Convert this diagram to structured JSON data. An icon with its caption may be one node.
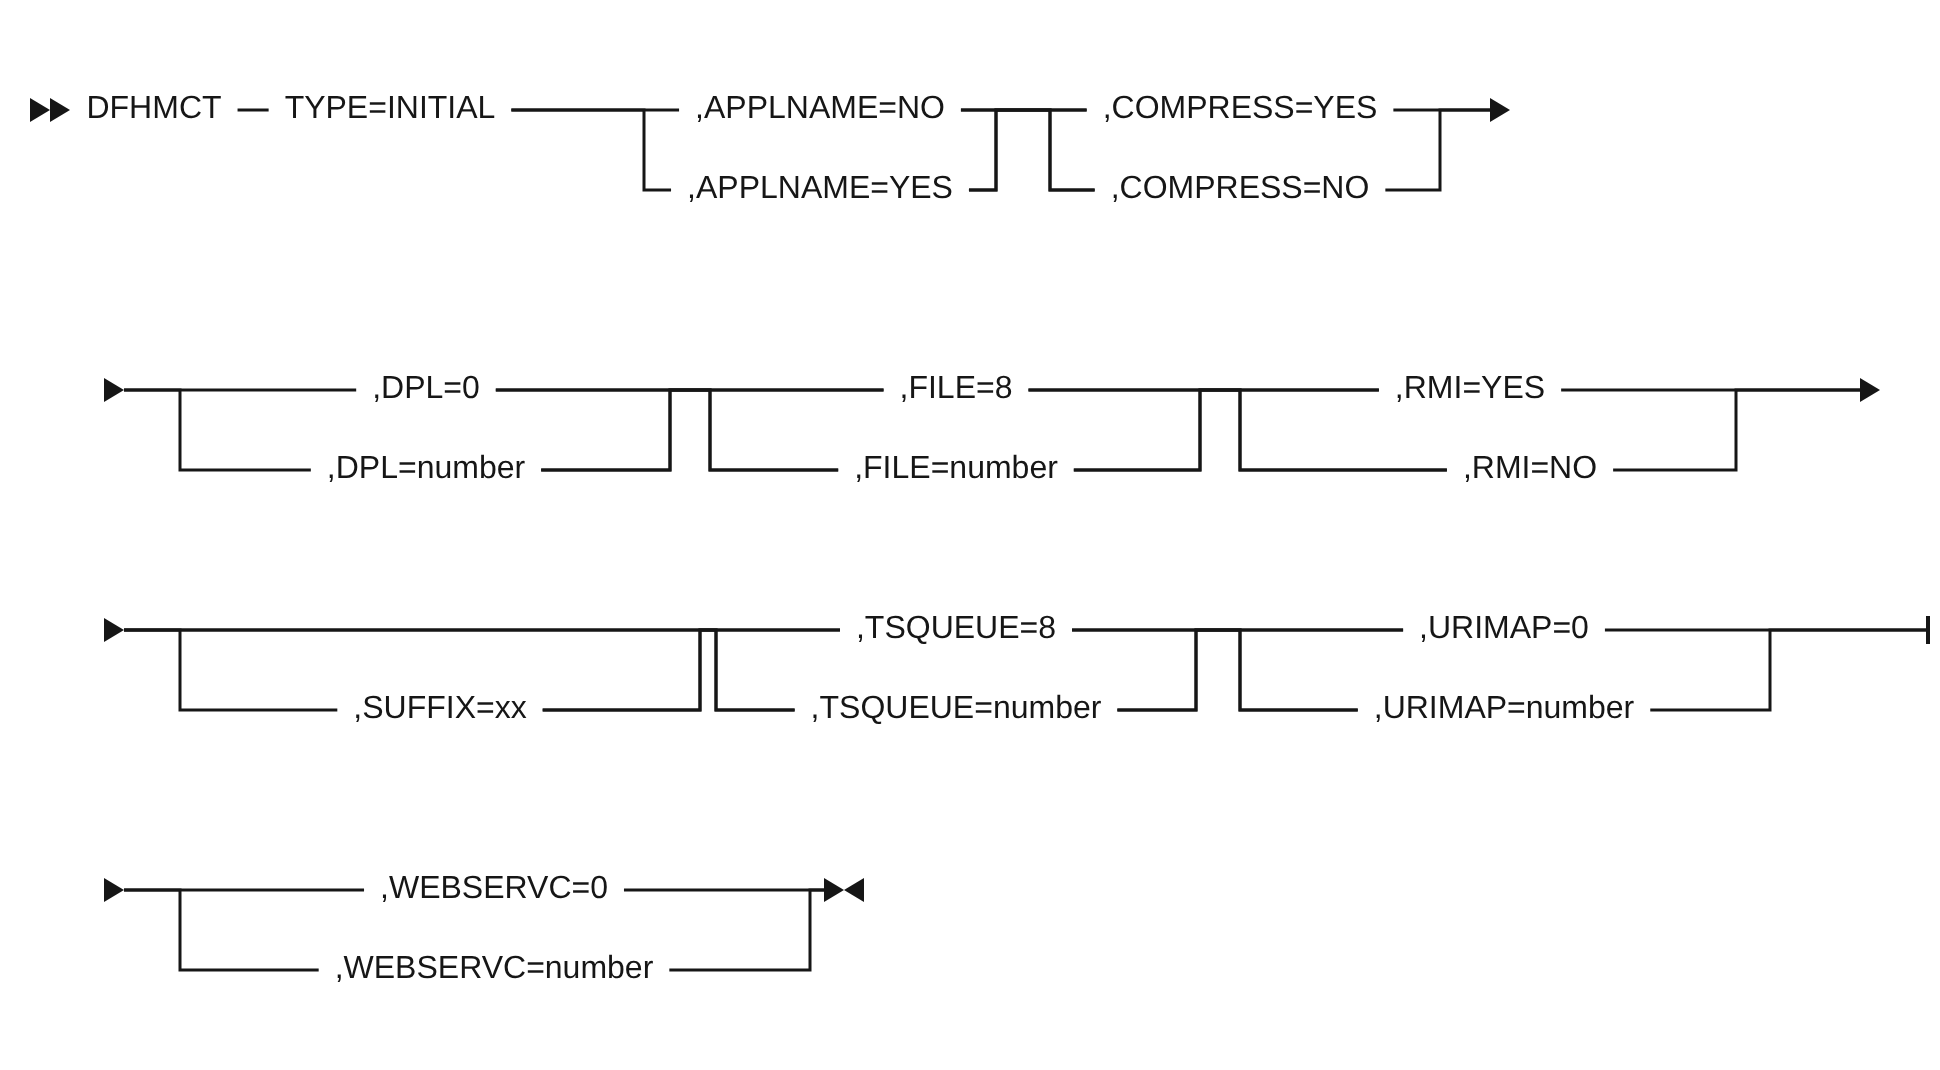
{
  "diagram": {
    "nodes": [
      {
        "text": [
          "DFHMCT"
        ]
      },
      {
        "text": [
          "TYPE=INITIAL"
        ]
      },
      {
        "text": [
          ",APPLNAME=NO"
        ]
      },
      {
        "text": [
          ",APPLNAME=YES"
        ]
      },
      {
        "text": [
          ",COMPRESS=YES"
        ]
      },
      {
        "text": [
          ",COMPRESS=NO"
        ]
      },
      {
        "text": [
          ",DPL=0"
        ]
      },
      {
        "text": [
          ",DPL=number"
        ]
      },
      {
        "text": [
          ",FILE=8"
        ]
      },
      {
        "text": [
          ",FILE=number"
        ]
      },
      {
        "text": [
          ",RMI=YES"
        ]
      },
      {
        "text": [
          ",RMI=NO"
        ]
      },
      {
        "text": [
          ",SUFFIX=xx"
        ]
      },
      {
        "text": [
          ",TSQUEUE=8"
        ]
      },
      {
        "text": [
          ",TSQUEUE=number"
        ]
      },
      {
        "text": [
          ",URIMAP=0"
        ]
      },
      {
        "text": [
          ",URIMAP=number"
        ]
      },
      {
        "text": [
          ",WEBSERVC=0"
        ]
      },
      {
        "text": [
          ",WEBSERVC=number"
        ]
      },
      {
        "text": [],
        "shape": "arrow"
      },
      {
        "text": [],
        "shape": "arrow"
      },
      {
        "text": [],
        "shape": "arrow"
      },
      {
        "text": [],
        "shape": "arrow"
      },
      {
        "text": [],
        "shape": "bar"
      },
      {
        "text": [],
        "shape": "arrow"
      },
      {
        "text": [],
        "shape": "bowtie"
      }
    ],
    "edges": [
      {
        "from": 0,
        "to": 1,
        "arrow": "none"
      },
      {
        "from": 1,
        "to": 2,
        "arrow": "none"
      },
      {
        "from": 1,
        "to": 3,
        "arrow": "none"
      },
      {
        "from": 2,
        "to": 4,
        "arrow": "none"
      },
      {
        "from": 2,
        "to": 5,
        "arrow": "none"
      },
      {
        "from": 3,
        "to": 4,
        "arrow": "none"
      },
      {
        "from": 3,
        "to": 5,
        "arrow": "none"
      },
      {
        "from": 4,
        "to": 19,
        "arrow": "none"
      },
      {
        "from": 5,
        "to": 19,
        "arrow": "none"
      },
      {
        "from": 20,
        "to": 6,
        "arrow": "none"
      },
      {
        "from": 20,
        "to": 7,
        "arrow": "none"
      },
      {
        "from": 6,
        "to": 8,
        "arrow": "none"
      },
      {
        "from": 6,
        "to": 9,
        "arrow": "none"
      },
      {
        "from": 7,
        "to": 8,
        "arrow": "none"
      },
      {
        "from": 7,
        "to": 9,
        "arrow": "none"
      },
      {
        "from": 8,
        "to": 10,
        "arrow": "none"
      },
      {
        "from": 8,
        "to": 11,
        "arrow": "none"
      },
      {
        "from": 9,
        "to": 10,
        "arrow": "none"
      },
      {
        "from": 9,
        "to": 11,
        "arrow": "none"
      },
      {
        "from": 10,
        "to": 21,
        "arrow": "none"
      },
      {
        "from": 11,
        "to": 21,
        "arrow": "none"
      },
      {
        "from": 22,
        "to": 12,
        "arrow": "none"
      },
      {
        "from": 22,
        "to": 13,
        "arrow": "none"
      },
      {
        "from": 22,
        "to": 14,
        "arrow": "none"
      },
      {
        "from": 12,
        "to": 13,
        "arrow": "none"
      },
      {
        "from": 12,
        "to": 14,
        "arrow": "none"
      },
      {
        "from": 13,
        "to": 15,
        "arrow": "none"
      },
      {
        "from": 13,
        "to": 16,
        "arrow": "none"
      },
      {
        "from": 14,
        "to": 15,
        "arrow": "none"
      },
      {
        "from": 14,
        "to": 16,
        "arrow": "none"
      },
      {
        "from": 15,
        "to": 23,
        "arrow": "none"
      },
      {
        "from": 16,
        "to": 23,
        "arrow": "none"
      },
      {
        "from": 24,
        "to": 17,
        "arrow": "none"
      },
      {
        "from": 24,
        "to": 18,
        "arrow": "none"
      },
      {
        "from": 17,
        "to": 25,
        "arrow": "none"
      },
      {
        "from": 18,
        "to": 25,
        "arrow": "none"
      }
    ]
  }
}
